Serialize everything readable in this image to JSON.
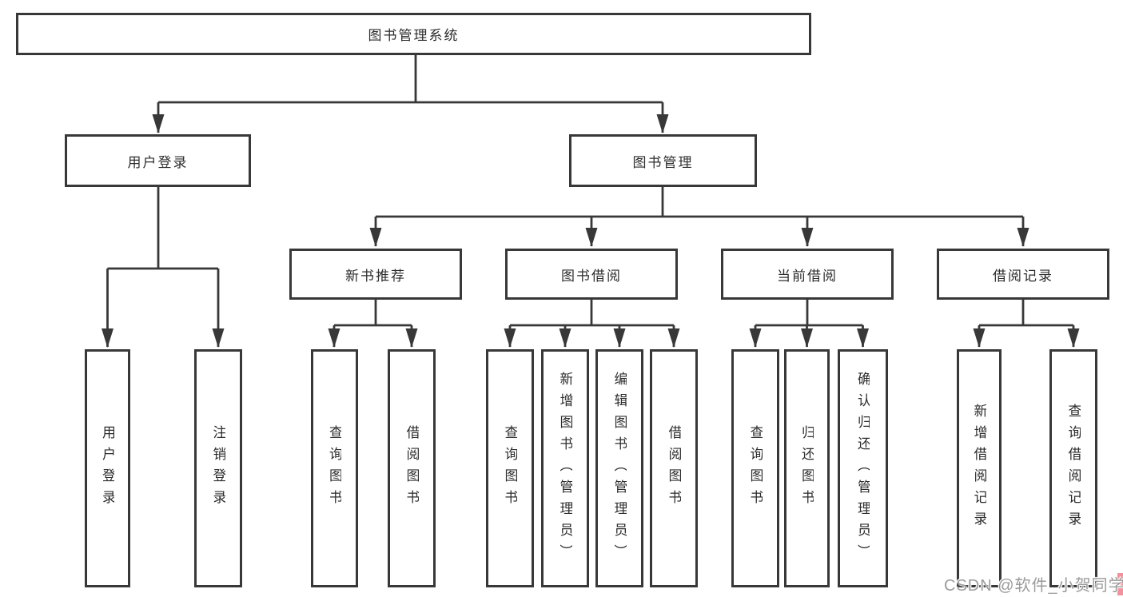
{
  "tree": {
    "root": {
      "label": "图书管理系统",
      "children": [
        {
          "label": "用户登录",
          "children": [
            {
              "label": "用户登录"
            },
            {
              "label": "注销登录"
            }
          ]
        },
        {
          "label": "图书管理",
          "children": [
            {
              "label": "新书推荐",
              "children": [
                {
                  "label": "查询图书"
                },
                {
                  "label": "借阅图书"
                }
              ]
            },
            {
              "label": "图书借阅",
              "children": [
                {
                  "label": "查询图书"
                },
                {
                  "label": "新增图书（管理员）"
                },
                {
                  "label": "编辑图书（管理员）"
                },
                {
                  "label": "借阅图书"
                }
              ]
            },
            {
              "label": "当前借阅",
              "children": [
                {
                  "label": "查询图书"
                },
                {
                  "label": "归还图书"
                },
                {
                  "label": "确认归还（管理员）"
                }
              ]
            },
            {
              "label": "借阅记录",
              "children": [
                {
                  "label": "新增借阅记录"
                },
                {
                  "label": "查询借阅记录"
                }
              ]
            }
          ]
        }
      ]
    }
  },
  "watermark": {
    "text": "CSDN @软件_小贺同学"
  },
  "colors": {
    "line": "#383838",
    "text": "#2d2d2d",
    "background": "#ffffff",
    "watermark_text": "#9b9b9b",
    "watermark_accent": "#f2919e"
  }
}
